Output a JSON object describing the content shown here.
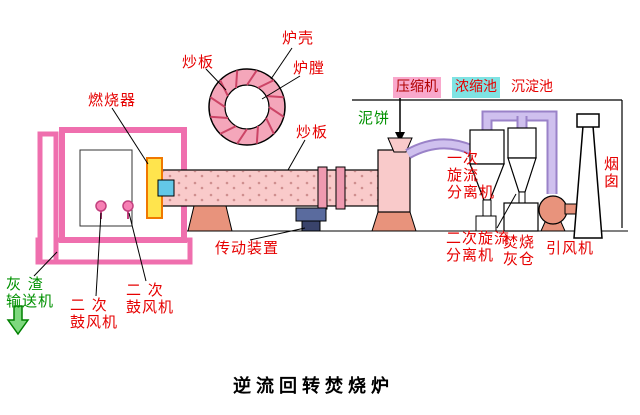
{
  "title": "逆流回转焚烧炉",
  "colors": {
    "label_red": "#e60000",
    "label_green": "#009100",
    "compressor_bg": "#f9a8cc",
    "concentration_bg": "#7fe3e3",
    "frame_pink": "#ef6fae",
    "kiln_fill": "#f9caca",
    "pipe_lavender": "#cfc0ee",
    "support_salmon": "#e8937c"
  },
  "labels": {
    "furnace_shell": "炉壳",
    "stir_plate_top": "炒板",
    "furnace_chamber": "炉膛",
    "burner": "燃烧器",
    "compressor": "压缩机",
    "concentration_pool": "浓缩池",
    "sedimentation_pool": "沉淀池",
    "mud_cake": "泥饼",
    "stir_plate_mid": "炒板",
    "primary_cyclone": "一次\n旋流\n分离机",
    "chimney": "烟\n囱",
    "secondary_cyclone": "二次旋流\n分离机",
    "ash_bin": "焚烧\n灰仓",
    "induced_fan": "引风机",
    "transmission": "传动装置",
    "ash_conveyor": "灰 渣\n输送机",
    "blower_left": "二 次\n鼓风机",
    "blower_right": "二 次\n鼓风机"
  }
}
